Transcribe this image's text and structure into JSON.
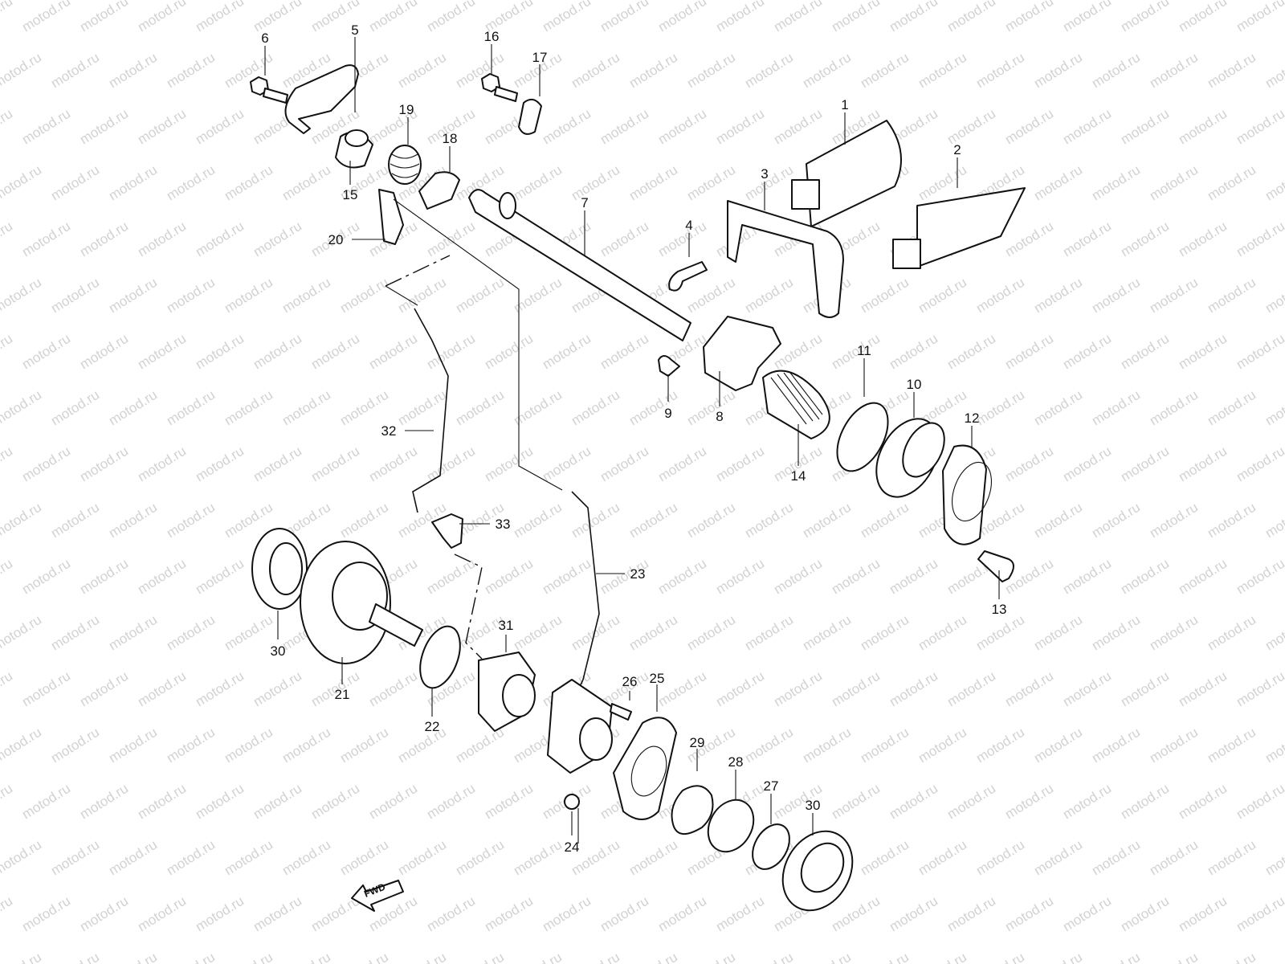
{
  "watermark": "motod.ru",
  "fwd_label": "FWD",
  "labels": {
    "p1": "1",
    "p2": "2",
    "p3": "3",
    "p4": "4",
    "p5": "5",
    "p6": "6",
    "p7": "7",
    "p8": "8",
    "p9": "9",
    "p10": "10",
    "p11": "11",
    "p12": "12",
    "p13": "13",
    "p14": "14",
    "p15": "15",
    "p16": "16",
    "p17": "17",
    "p18": "18",
    "p19": "19",
    "p20": "20",
    "p21": "21",
    "p22": "22",
    "p23": "23",
    "p24": "24",
    "p25": "25",
    "p26": "26",
    "p27": "27",
    "p28": "28",
    "p29": "29",
    "p30a": "30",
    "p30b": "30",
    "p31": "31",
    "p32": "32",
    "p33": "33"
  },
  "colors": {
    "ink": "#111111",
    "watermark": "#d2d2d2",
    "background": "#ffffff"
  }
}
